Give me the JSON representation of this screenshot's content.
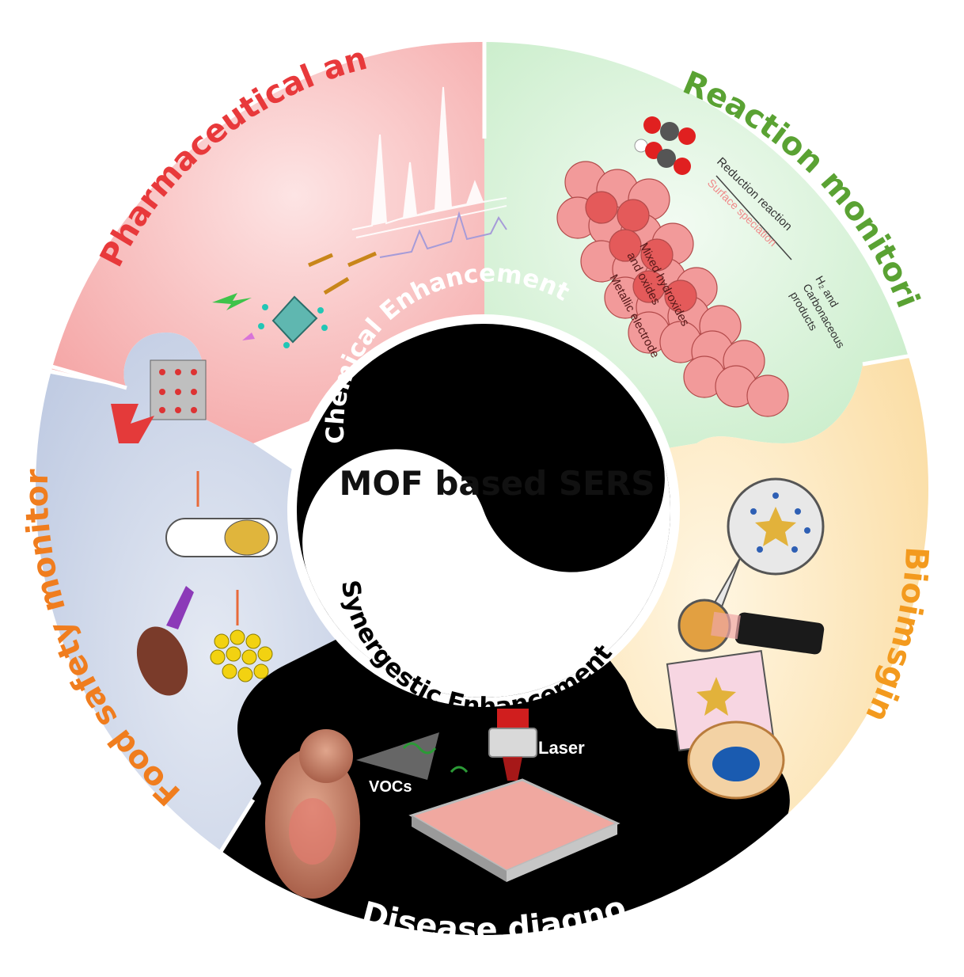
{
  "center": {
    "title": "MOF based SERS",
    "top_arc": "Chemical Enhancement",
    "bottom_arc": "Synergestic Enhancement"
  },
  "segments": {
    "pharma": {
      "title": "Pharmaceutical analysis",
      "color": "#e83c3c",
      "bg": "#f6b8b8"
    },
    "reaction": {
      "title": "Reaction monitoring",
      "color": "#5aa233",
      "bg": "#cfeecf"
    },
    "bioimaging": {
      "title": "Bioimsging",
      "color": "#f39a1e",
      "bg": "#fbe3b4"
    },
    "disease": {
      "title": "Disease diagnosis",
      "color": "#ffffff",
      "bg": "#000000"
    },
    "food": {
      "title": "Food safety monitoring",
      "color": "#f07d1e",
      "bg": "#c3cde4"
    }
  },
  "figure_labels": {
    "disease_laser": "Laser",
    "disease_vocs": "VOCs",
    "reaction_reduction": "Reduction reaction",
    "reaction_surface": "Surface speciation",
    "reaction_mixed_1": "Mixed hydroxides",
    "reaction_mixed_2": "and oxides",
    "reaction_metallic": "Metallic electrode",
    "reaction_products_1": "H₂ and",
    "reaction_products_2": "Carbonaceous",
    "reaction_products_3": "products"
  }
}
